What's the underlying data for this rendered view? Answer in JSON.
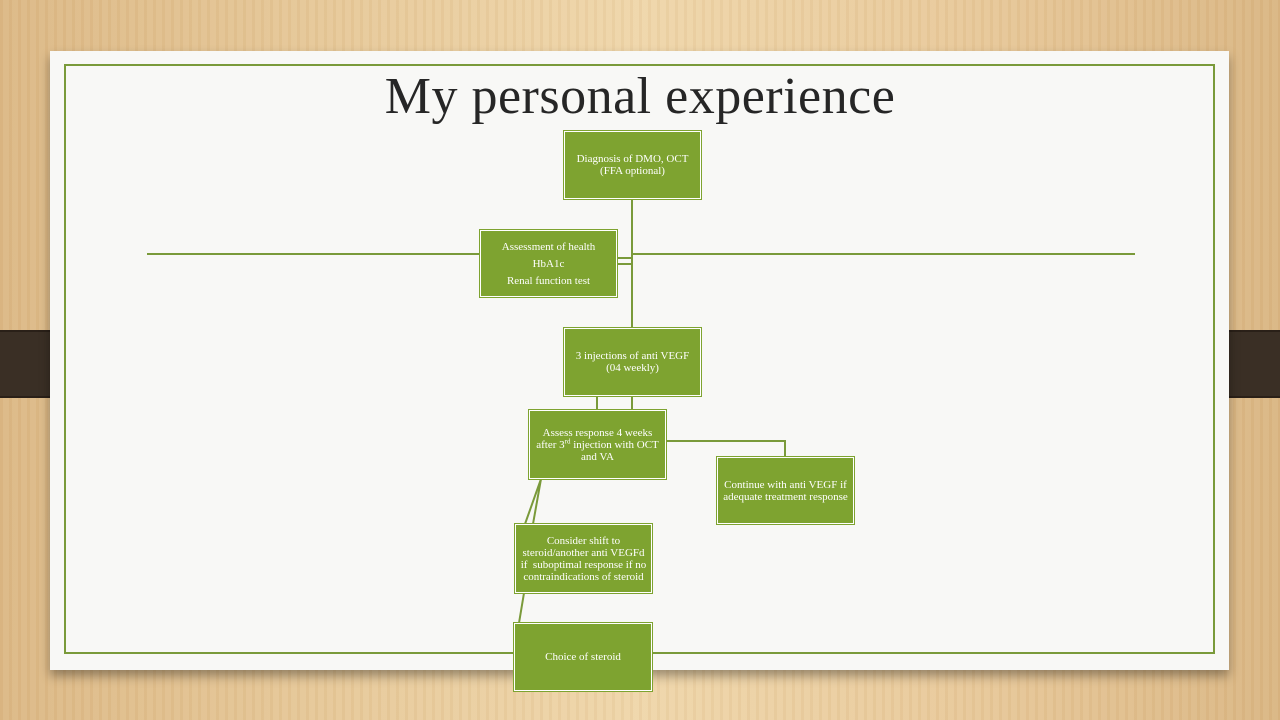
{
  "slide": {
    "title": "My personal experience"
  },
  "flowchart": {
    "diagnosis": {
      "line1": "Diagnosis of DMO, OCT",
      "line2": "(FFA optional)"
    },
    "assessment_health": {
      "line1": "Assessment of health",
      "line2": "HbA1c",
      "line3": "Renal function test"
    },
    "injections": {
      "line1": "3 injections of anti VEGF",
      "line2": "(04 weekly)"
    },
    "assess_response": {
      "line1": "Assess response 4 weeks",
      "line2_pre": "after 3",
      "line2_sup": "rd",
      "line2_post": " injection with OCT",
      "line3": "and VA"
    },
    "continue_vegf": {
      "line1": "Continue with anti VEGF if",
      "line2": "adequate treatment response"
    },
    "consider_shift": {
      "line1": "Consider shift to",
      "line2": "steroid/another anti VEGFd",
      "line3": "if  suboptimal response if no",
      "line4": "contraindications of steroid"
    },
    "choice_steroid": {
      "line1": "Choice of steroid"
    }
  },
  "colors": {
    "box_fill": "#7ea330",
    "line": "#7a9a3a",
    "frame": "#7a9a3a",
    "title": "#262626"
  }
}
